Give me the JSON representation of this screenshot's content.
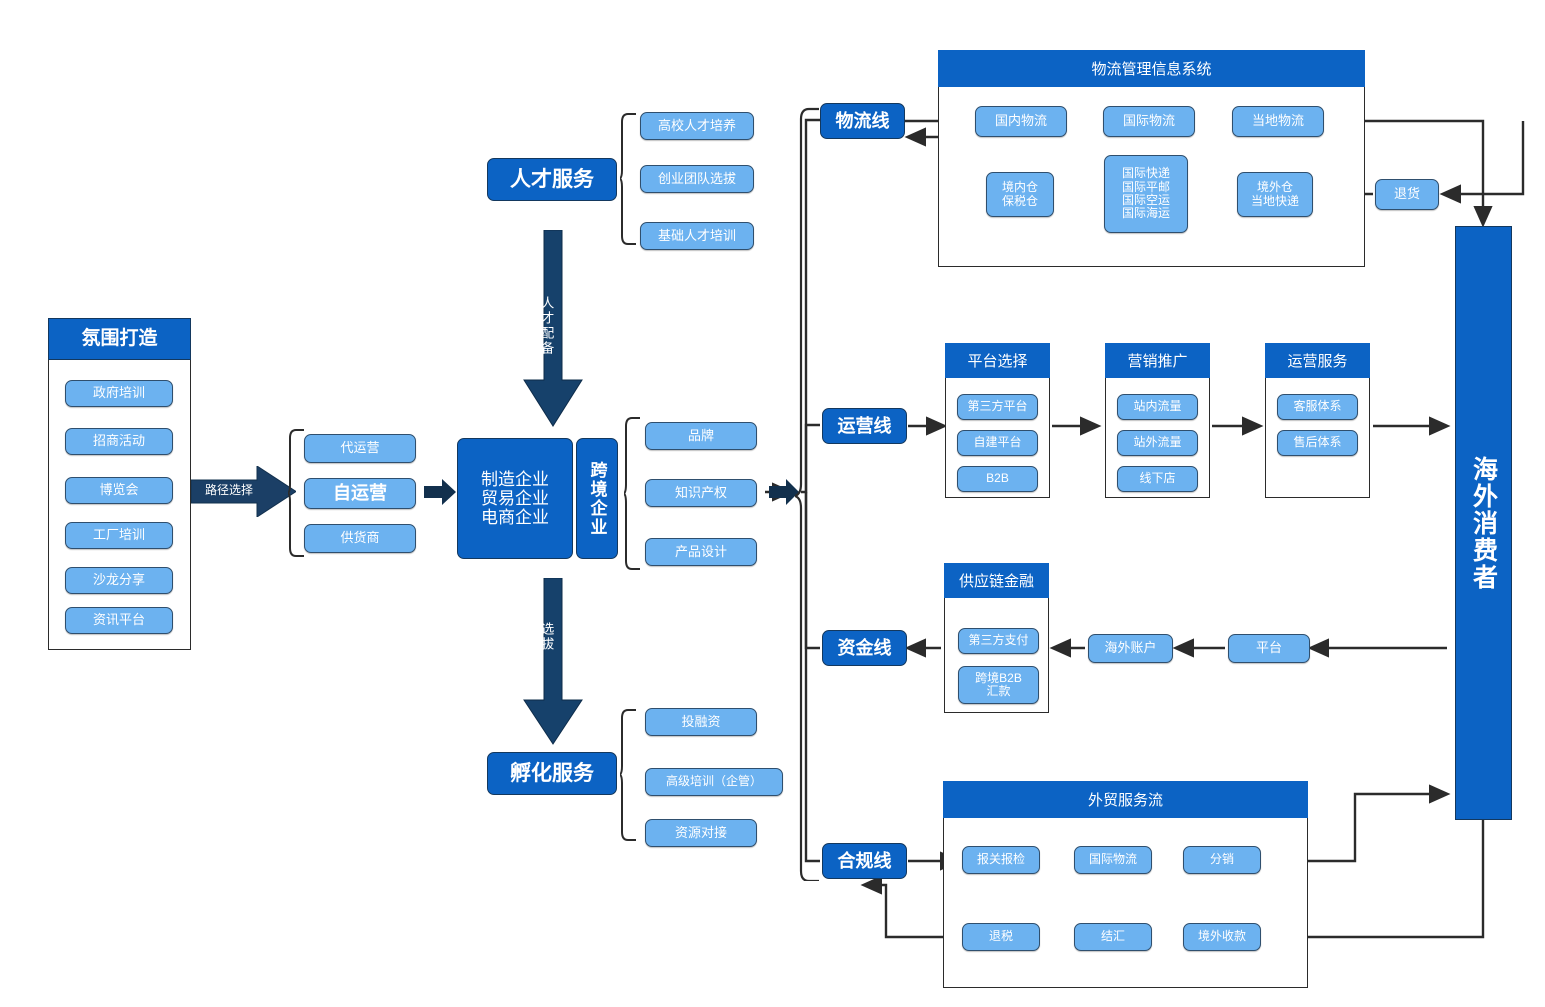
{
  "theme": {
    "deep_blue": "#0c63c4",
    "light_blue": "#6cb2f0",
    "navy_arrow": "#1b3f66",
    "line": "#2b2b2b",
    "white": "#ffffff"
  },
  "atmosphere": {
    "title": "氛围打造",
    "items": [
      "政府培训",
      "招商活动",
      "博览会",
      "工厂培训",
      "沙龙分享",
      "资讯平台"
    ]
  },
  "path_choice": {
    "label": "路径选择"
  },
  "operating_modes": {
    "items": [
      "代运营",
      "自运营",
      "供货商"
    ],
    "highlight_index": 1
  },
  "enterprise": {
    "lines": [
      "制造企业",
      "贸易企业",
      "电商企业"
    ],
    "side_label": "跨境企业"
  },
  "enterprise_outputs": {
    "items": [
      "品牌",
      "知识产权",
      "产品设计"
    ]
  },
  "talent": {
    "title": "人才服务",
    "items": [
      "高校人才培养",
      "创业团队选拔",
      "基础人才培训"
    ],
    "arrow_label": "人才配备"
  },
  "incubation": {
    "title": "孵化服务",
    "items": [
      "投融资",
      "高级培训（企管）",
      "资源对接"
    ],
    "arrow_label": "选拔"
  },
  "lines": {
    "logistics": "物流线",
    "operations": "运营线",
    "funding": "资金线",
    "compliance": "合规线"
  },
  "logistics_system": {
    "title": "物流管理信息系统",
    "nodes": {
      "domestic_logistics": "国内物流",
      "international_logistics": "国际物流",
      "local_logistics": "当地物流",
      "domestic_warehouse": "境内仓\n保税仓",
      "domestic_warehouse_lines": [
        "境内仓",
        "保税仓"
      ],
      "shipping_modes_lines": [
        "国际快递",
        "国际平邮",
        "国际空运",
        "国际海运"
      ],
      "overseas_warehouse_lines": [
        "境外仓",
        "当地快递"
      ],
      "returns": "退货"
    }
  },
  "operations_flow": {
    "platform": {
      "title": "平台选择",
      "items": [
        "第三方平台",
        "自建平台",
        "B2B"
      ]
    },
    "marketing": {
      "title": "营销推广",
      "items": [
        "站内流量",
        "站外流量",
        "线下店"
      ]
    },
    "service": {
      "title": "运营服务",
      "items": [
        "客服体系",
        "售后体系"
      ]
    }
  },
  "funding_flow": {
    "supply_chain": {
      "title": "供应链金融",
      "items": [
        "第三方支付",
        "跨境B2B\n汇款"
      ],
      "item2_lines": [
        "跨境B2B",
        "汇款"
      ]
    },
    "overseas_account": "海外账户",
    "platform": "平台"
  },
  "compliance_flow": {
    "title": "外贸服务流",
    "top_row": [
      "报关报检",
      "国际物流",
      "分销"
    ],
    "bottom_row": [
      "退税",
      "结汇",
      "境外收款"
    ]
  },
  "consumer": {
    "label": "海外消费者"
  }
}
